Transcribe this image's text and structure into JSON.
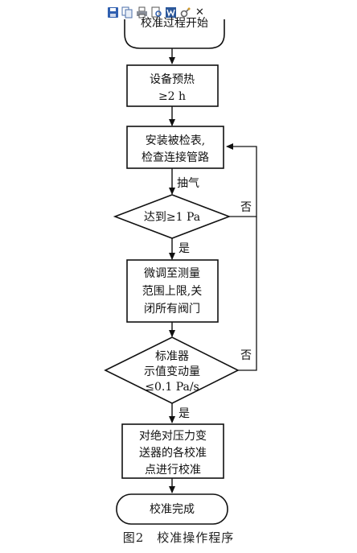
{
  "toolbar": {
    "icons": [
      "save-icon",
      "copy-icon",
      "print-icon",
      "print-preview-icon",
      "word-icon",
      "tools-icon",
      "close-icon"
    ],
    "close_label": "✕"
  },
  "flowchart": {
    "start": "校准过程开始",
    "step1": [
      "设备预热",
      "≥2 h"
    ],
    "step2": [
      "安装被检表,",
      "检查连接管路"
    ],
    "pump_label": "抽气",
    "decision1": "达到≥1 Pa",
    "yes_label_1": "是",
    "no_label_1": "否",
    "step3": [
      "微调至测量",
      "范围上限,关",
      "闭所有阀门"
    ],
    "decision2": [
      "标准器",
      "示值变动量",
      "≤0.1 Pa/s"
    ],
    "no_label_2": "否",
    "yes_label_2": "是",
    "step4": [
      "对绝对压力变",
      "送器的各校准",
      "点进行校准"
    ],
    "end": "校准完成"
  },
  "caption": "图2　校准操作程序"
}
